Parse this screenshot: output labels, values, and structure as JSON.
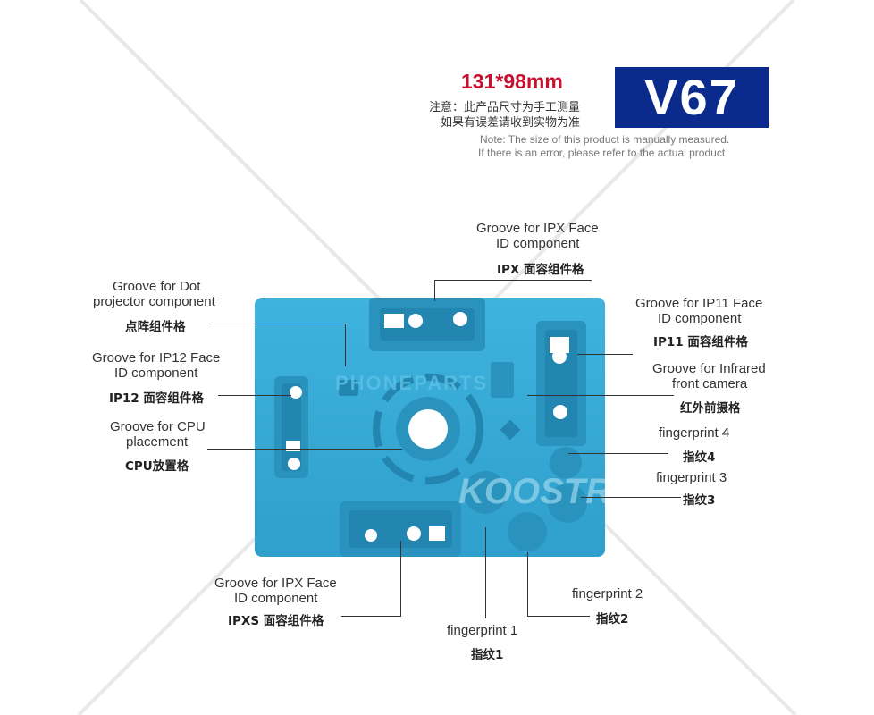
{
  "header": {
    "size": "131*98mm",
    "model": "V67",
    "note_cn_1": "注意：此产品尺寸为手工测量",
    "note_cn_2": "如果有误差请收到实物为准",
    "note_en_1": "Note: The size of this product is manually measured.",
    "note_en_2": "If there is an error, please refer to the actual product",
    "accent_red": "#c8102e",
    "badge_blue": "#0a2a8c"
  },
  "mat": {
    "color": "#33a8d4",
    "watermark_1": "PHONEPARTS",
    "watermark_2": "KOOSTR"
  },
  "callouts": {
    "ipx_top": {
      "en_1": "Groove for IPX Face",
      "en_2": "ID component",
      "cn": "IPX 面容组件格"
    },
    "dot": {
      "en_1": "Groove for Dot",
      "en_2": "projector component",
      "cn": "点阵组件格"
    },
    "ip12": {
      "en_1": "Groove for IP12 Face",
      "en_2": "ID component",
      "cn": "IP12 面容组件格"
    },
    "cpu": {
      "en_1": "Groove for CPU",
      "en_2": "placement",
      "cn": "CPU放置格"
    },
    "ip11": {
      "en_1": "Groove for IP11 Face",
      "en_2": "ID component",
      "cn": "IP11 面容组件格"
    },
    "infrared": {
      "en_1": "Groove for Infrared",
      "en_2": "front camera",
      "cn": "红外前摄格"
    },
    "fp4": {
      "en": "fingerprint 4",
      "cn": "指纹4"
    },
    "fp3": {
      "en": "fingerprint 3",
      "cn": "指纹3"
    },
    "ipxs": {
      "en_1": "Groove for IPX Face",
      "en_2": "ID component",
      "cn": "IPXS 面容组件格"
    },
    "fp2": {
      "en": "fingerprint 2",
      "cn": "指纹2"
    },
    "fp1": {
      "en": "fingerprint 1",
      "cn": "指纹1"
    }
  }
}
